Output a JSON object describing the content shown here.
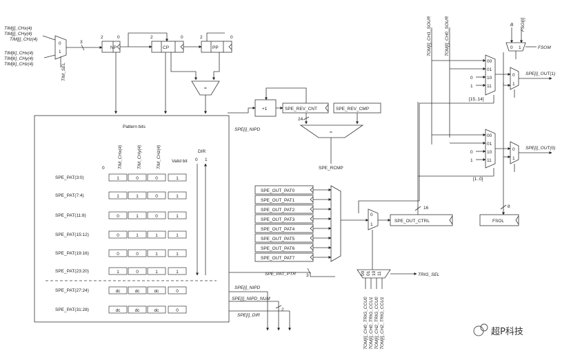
{
  "inputs": {
    "tim_j_left": [
      "TIM[j]_CHx(4)",
      "TIM[j]_CHy(4)",
      "TIM[j]_CHz(4)"
    ],
    "tim_k_left": [
      "TIM[k]_CHx(4)",
      "TIM[k]_CHy(4)",
      "TIM[k]_CHz(4)"
    ],
    "mux_in_0": "0",
    "mux_in_1": "1",
    "tim_sel": "TIM_SEL",
    "bus_width_3": "3"
  },
  "pattern_regs": {
    "np_label": "NP",
    "np_bits": [
      "2",
      "0"
    ],
    "cp_label": "CP",
    "cp_bits": [
      "2",
      "0"
    ],
    "pp_label": "PP",
    "pp_bits": [
      "2",
      "0"
    ],
    "comp_eq": "="
  },
  "rev_counter": {
    "plus_one": "+1",
    "rev_cnt": "SPE_REV_CNT",
    "rev_cmp": "SPE_REV_CMP",
    "width_24": "24",
    "comp_eq": "=",
    "rcmp": "SPE_RCMP",
    "nipd": "SPE[i]_NIPD"
  },
  "pattern_table": {
    "title": "Pattern bits",
    "col_headers": [
      "TIM_CHx(4)",
      "TIM_CHy(4)",
      "TIM_CHz(4)",
      "Valid bit"
    ],
    "bit_left": "0",
    "dir_label": "DIR",
    "dir_values": [
      "0",
      "1"
    ],
    "rows": [
      {
        "label": "SPE_PAT(3:0)",
        "cells": [
          "1",
          "0",
          "0",
          "1"
        ]
      },
      {
        "label": "SPE_PAT(7:4)",
        "cells": [
          "1",
          "1",
          "0",
          "1"
        ]
      },
      {
        "label": "SPE_PAT(11:8)",
        "cells": [
          "0",
          "1",
          "0",
          "1"
        ]
      },
      {
        "label": "SPE_PAT(15:12)",
        "cells": [
          "0",
          "1",
          "1",
          "1"
        ]
      },
      {
        "label": "SPE_PAT(19:16)",
        "cells": [
          "0",
          "0",
          "1",
          "1"
        ]
      },
      {
        "label": "SPE_PAT(23:20)",
        "cells": [
          "1",
          "0",
          "1",
          "1"
        ]
      },
      {
        "label": "SPE_PAT(27:24)",
        "cells": [
          "dc",
          "dc",
          "dc",
          "0"
        ]
      },
      {
        "label": "SPE_PAT(31:28)",
        "cells": [
          "dc",
          "dc",
          "dc",
          "0"
        ]
      }
    ]
  },
  "out_pat": {
    "regs": [
      "SPE_OUT_PAT0",
      "SPE_OUT_PAT1",
      "SPE_OUT_PAT2",
      "SPE_OUT_PAT3",
      "SPE_OUT_PAT4",
      "SPE_OUT_PAT5",
      "SPE_OUT_PAT6",
      "SPE_OUT_PAT7"
    ],
    "ptr": "SPE_PAT_PTR",
    "width_3": "3",
    "mux_in_0": "0",
    "mux_in_1": "1",
    "width_16": "16",
    "out_ctrl": "SPE_OUT_CTRL"
  },
  "bottom_signals": {
    "nipd": "SPE[i]_NIPD",
    "nipd_num": "SPE[i]_NIPD_NUM",
    "width_2": "2",
    "dir": "SPE[i]_DIR"
  },
  "trig": {
    "inputs": [
      "00",
      "01",
      "10",
      "11"
    ],
    "sel": "TRIG_SEL",
    "bottom_labels": [
      "TOM[i]_CH0_TRIG_CCU0",
      "TOM[i]_CH0_TRIG_CCU1",
      "TOM[i]_CH2_TRIG_CCU0",
      "TOM[i]_CH2_TRIG_CCU1"
    ]
  },
  "outputs": {
    "top_labels": [
      "TOM[i]_CH1_SOUR",
      "TOM[i]_CH0_SOUR"
    ],
    "mux_inputs": [
      "00",
      "01",
      "10",
      "11"
    ],
    "const_0": "0",
    "const_1": "1",
    "range_hi": "[15..14]",
    "range_lo": "[1..0]",
    "out_1": "SPE[i]_OUT(1)",
    "out_0": "SPE[i]_OUT(0)",
    "fsdm_in_b": "B",
    "fsdm_in_other": "FSOI[i]",
    "fsdm": "FSOM",
    "fsol": "FSOL",
    "width_8": "8",
    "mux_sel_0": "0",
    "mux_sel_1": "1"
  },
  "watermark": "超P科技"
}
